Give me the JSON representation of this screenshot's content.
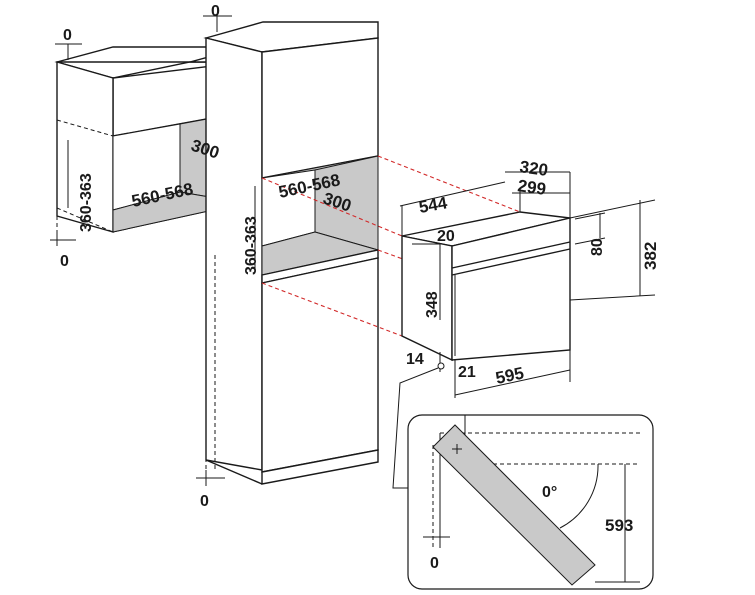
{
  "colors": {
    "line": "#1a1a1a",
    "cavity": "#c9c9c9",
    "guide_dashes": "#d22a2a",
    "background": "#ffffff"
  },
  "wall_cabinet": {
    "top_gap": "0",
    "bottom_gap": "0",
    "niche_height": "360-363",
    "niche_width": "560-568",
    "niche_depth": "300"
  },
  "tall_cabinet": {
    "top_gap": "0",
    "bottom_gap": "0",
    "niche_height": "360-363",
    "niche_width": "560-568",
    "niche_depth": "300"
  },
  "oven": {
    "depth_total": "320",
    "depth_body": "299",
    "body_width_top": "544",
    "front_height": "382",
    "panel_height": "80",
    "top_offset": "20",
    "body_height": "348",
    "bottom_offset": "14",
    "side_offset": "21",
    "front_width": "595"
  },
  "door_detail": {
    "angle": "0°",
    "door_height": "593",
    "gap": "0"
  }
}
